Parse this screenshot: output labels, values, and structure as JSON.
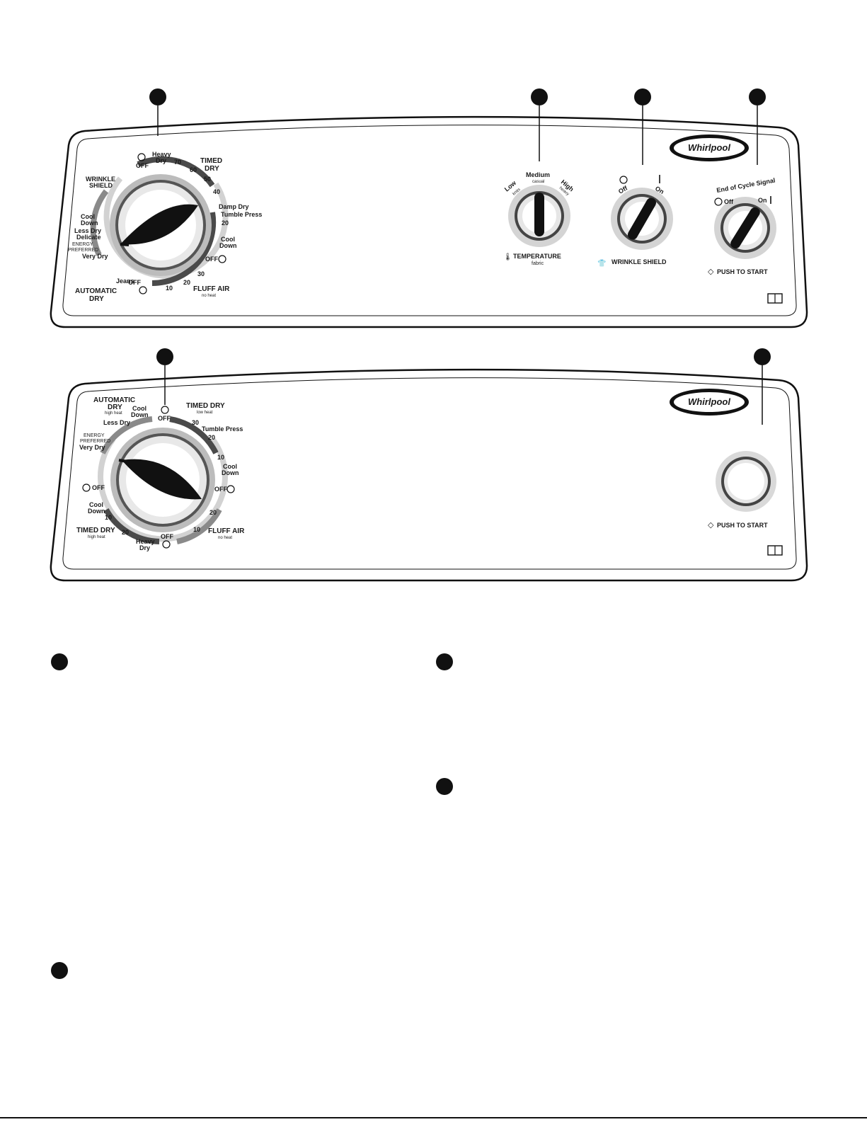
{
  "brand": "Whirlpool",
  "panel_top": {
    "cycle_dial": {
      "off_top": "OFF",
      "heavy_dry": [
        "Heavy",
        "Dry"
      ],
      "timed_dry": [
        "TIMED",
        "DRY"
      ],
      "minutes": [
        "70",
        "60",
        "50",
        "40",
        "20",
        "30",
        "20",
        "10"
      ],
      "damp_dry": "Damp Dry",
      "tumble_press": "Tumble Press",
      "cool_down_right": [
        "Cool",
        "Down"
      ],
      "off_right": "OFF",
      "fluff_air": "FLUFF AIR",
      "fluff_air_sub": "no heat",
      "off_bottom": "OFF",
      "jeans": "Jeans",
      "automatic_dry": [
        "AUTOMATIC",
        "DRY"
      ],
      "very_dry": "Very Dry",
      "energy_preferred": [
        "ENERGY",
        "PREFERRED"
      ],
      "delicate": "Delicate",
      "less_dry": "Less Dry",
      "cool_down_left": [
        "Cool",
        "Down"
      ],
      "wrinkle_shield": [
        "WRINKLE",
        "SHIELD"
      ]
    },
    "temperature": {
      "low": "Low",
      "low_sub": "knits",
      "medium": "Medium",
      "medium_sub": "casual",
      "high": "High",
      "high_sub": "heavy",
      "label": "TEMPERATURE",
      "sub": "fabric"
    },
    "wrinkle_shield": {
      "off": "Off",
      "on": "On",
      "label": "WRINKLE SHIELD"
    },
    "end_signal": {
      "title": "End of Cycle Signal",
      "off": "Off",
      "on": "On"
    },
    "push_to_start": "PUSH TO START"
  },
  "panel_bottom": {
    "cycle_dial": {
      "automatic_dry": [
        "AUTOMATIC",
        "DRY"
      ],
      "high_heat": "high heat",
      "cool_down_top": [
        "Cool",
        "Down"
      ],
      "off_top": "OFF",
      "timed_dry_low": "TIMED DRY",
      "low_heat": "low heat",
      "tumble_press": "Tumble Press",
      "cool_down_right": [
        "Cool",
        "Down"
      ],
      "off_right": "OFF",
      "fluff_air": "FLUFF AIR",
      "no_heat": "no heat",
      "off_bottom": "OFF",
      "heavy_dry": [
        "Heavy",
        "Dry"
      ],
      "timed_dry_high": "TIMED DRY",
      "high_heat2": "high heat",
      "cool_down_left": [
        "Cool",
        "Down"
      ],
      "off_left": "OFF",
      "very_dry": "Very Dry",
      "energy_preferred": [
        "ENERGY",
        "PREFERRED"
      ],
      "less_dry": "Less Dry",
      "n30": "30",
      "n20a": "20",
      "n10a": "10",
      "n20b": "20",
      "n10b": "10",
      "n10c": "10",
      "n20c": "20"
    },
    "push_to_start": "PUSH TO START"
  },
  "colors": {
    "ink": "#1a1a1a",
    "ring_light": "#cfcfcf",
    "ring_mid": "#8a8a8a",
    "ring_dark": "#3a3a3a"
  }
}
